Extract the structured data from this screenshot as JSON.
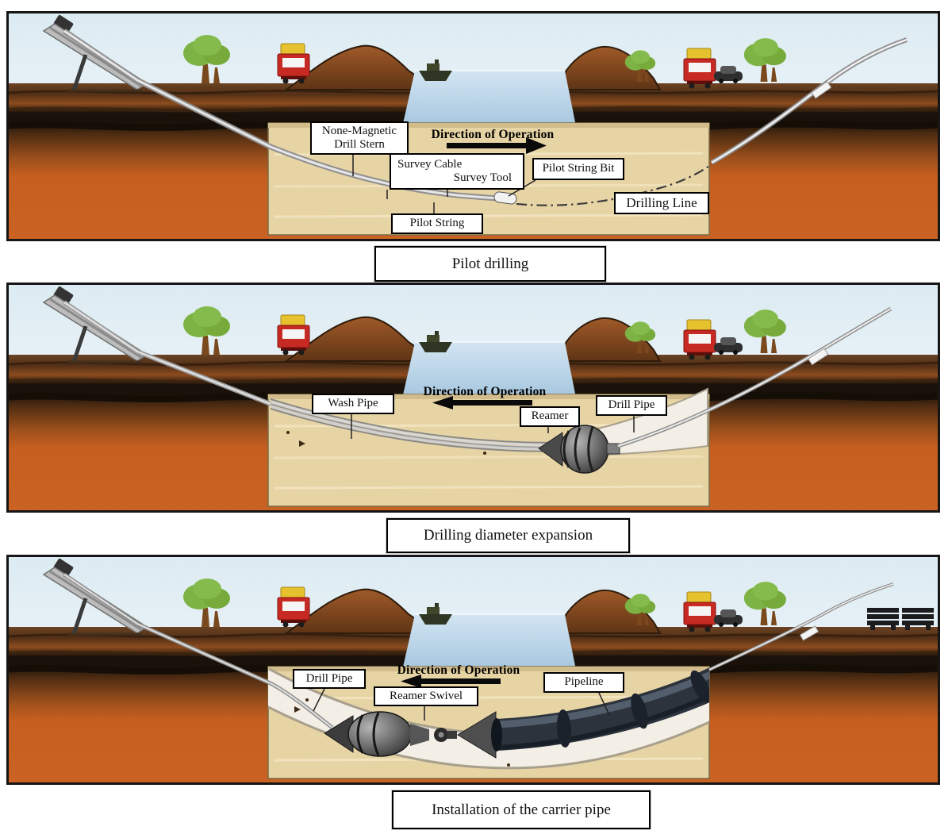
{
  "colors": {
    "sky": "#dcebf2",
    "soil_orange": "#c65f1f",
    "soil_dark_band": "#1a120a",
    "topsoil_brown": "#6b4223",
    "cutaway_fill": "#e7d4a5",
    "water": "#aecde4",
    "tree_green": "#7db344",
    "truck_red": "#c62a22",
    "truck_yellow": "#e5c22e",
    "pipeline_dark": "#2c333d",
    "label_bg": "#ffffff",
    "label_border": "#000000"
  },
  "panels": [
    {
      "id": "pilot-drilling",
      "caption": "Pilot drilling",
      "direction": {
        "label": "Direction of Operation",
        "arrow": "right"
      },
      "labels": {
        "none_magnetic_line1": "None-Magnetic",
        "none_magnetic_line2": "Drill Stern",
        "survey_cable": "Survey Cable",
        "survey_tool": "Survey Tool",
        "pilot_string_bit": "Pilot String Bit",
        "drilling_line": "Drilling Line",
        "pilot_string": "Pilot String"
      }
    },
    {
      "id": "drilling-diameter-expansion",
      "caption": "Drilling diameter expansion",
      "direction": {
        "label": "Direction of Operation",
        "arrow": "left"
      },
      "labels": {
        "wash_pipe": "Wash Pipe",
        "reamer": "Reamer",
        "drill_pipe": "Drill Pipe"
      }
    },
    {
      "id": "carrier-pipe-installation",
      "caption": "Installation of the carrier pipe",
      "direction": {
        "label": "Direction of Operation",
        "arrow": "left"
      },
      "labels": {
        "drill_pipe": "Drill Pipe",
        "reamer_swivel": "Reamer Swivel",
        "pipeline": "Pipeline"
      }
    }
  ],
  "scene_elements": [
    "drill-rig",
    "tree",
    "truck",
    "car",
    "boat",
    "river",
    "pipe-stack",
    "soil-strata",
    "excavation-cutaway"
  ]
}
